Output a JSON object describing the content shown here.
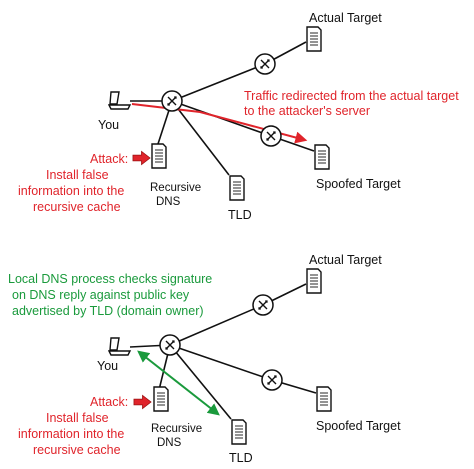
{
  "top_panel": {
    "actual_target": "Actual Target",
    "traffic_note": [
      "Traffic redirected from the actual target",
      "to the attacker's server"
    ],
    "you": "You",
    "attack_label": "Attack:",
    "attack_desc": [
      "Install false",
      "information into the",
      "recursive cache"
    ],
    "recursive_dns": [
      "Recursive",
      "DNS"
    ],
    "tld": "TLD",
    "spoofed_target": "Spoofed Target"
  },
  "bottom_panel": {
    "dnssec_note": [
      "Local DNS process checks signature",
      "on DNS reply against public key",
      "advertised by TLD (domain owner)"
    ],
    "actual_target": "Actual Target",
    "you": "You",
    "attack_label": "Attack:",
    "attack_desc": [
      "Install false",
      "information into the",
      "recursive cache"
    ],
    "recursive_dns": [
      "Recursive",
      "DNS"
    ],
    "tld": "TLD",
    "spoofed_target": "Spoofed Target"
  },
  "colors": {
    "attack_red": "#e0242b",
    "check_green": "#1a9a3c",
    "ink": "#111111"
  },
  "icons": [
    "router-icon",
    "server-icon",
    "computer-icon",
    "attack-arrow-icon"
  ]
}
